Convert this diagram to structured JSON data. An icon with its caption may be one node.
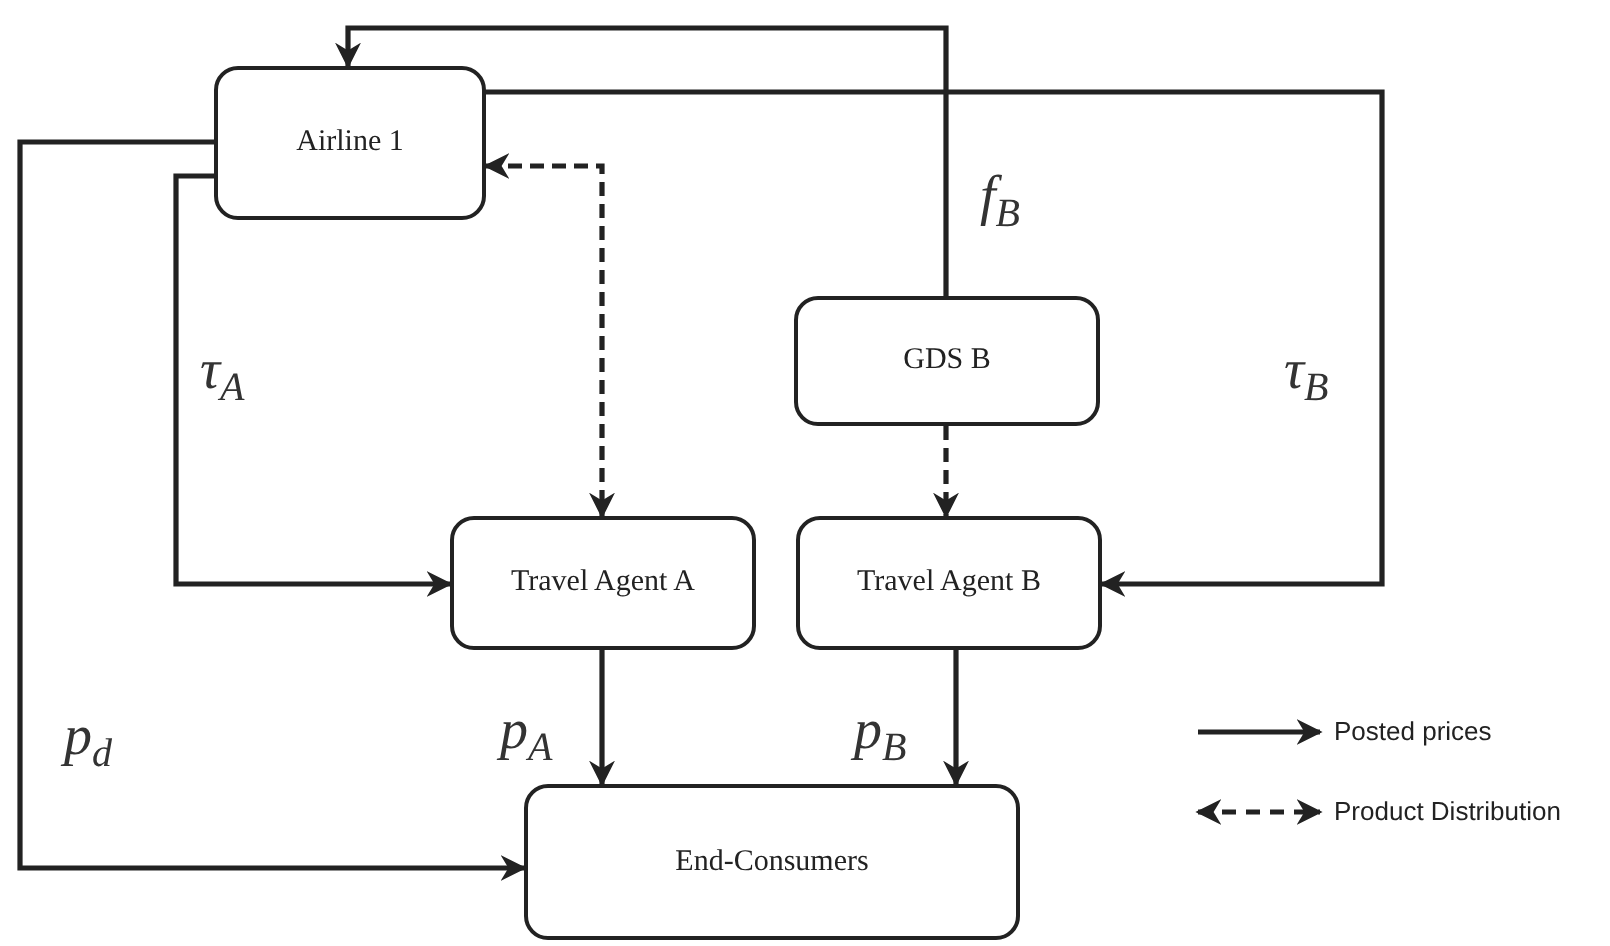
{
  "diagram": {
    "nodes": [
      {
        "text": [
          "Airline 1"
        ]
      },
      {
        "text": [
          "GDS B"
        ]
      },
      {
        "text": [
          "Travel Agent A"
        ]
      },
      {
        "text": [
          "Travel Agent B"
        ]
      },
      {
        "text": [
          "End-Consumers"
        ]
      }
    ],
    "edges": [
      {
        "from": 1,
        "to": 0,
        "arrow": "to",
        "label": "f$_{B}$"
      },
      {
        "from": 0,
        "to": 2,
        "arrow": "both",
        "style": "dashed"
      },
      {
        "from": 0,
        "to": 2,
        "arrow": "to",
        "label": "τ$_{A}$"
      },
      {
        "from": 0,
        "to": 3,
        "arrow": "to",
        "label": "τ$_{B}$"
      },
      {
        "from": 0,
        "to": 4,
        "arrow": "to",
        "label": "p$_{d}$"
      },
      {
        "from": 1,
        "to": 3,
        "arrow": "to",
        "style": "dashed"
      },
      {
        "from": 2,
        "to": 4,
        "arrow": "to",
        "label": "p$_{A}$"
      },
      {
        "from": 3,
        "to": 4,
        "arrow": "to",
        "label": "p$_{B}$"
      }
    ],
    "legend": [
      {
        "text": "Posted prices"
      },
      {
        "text": "Product Distribution"
      }
    ]
  }
}
